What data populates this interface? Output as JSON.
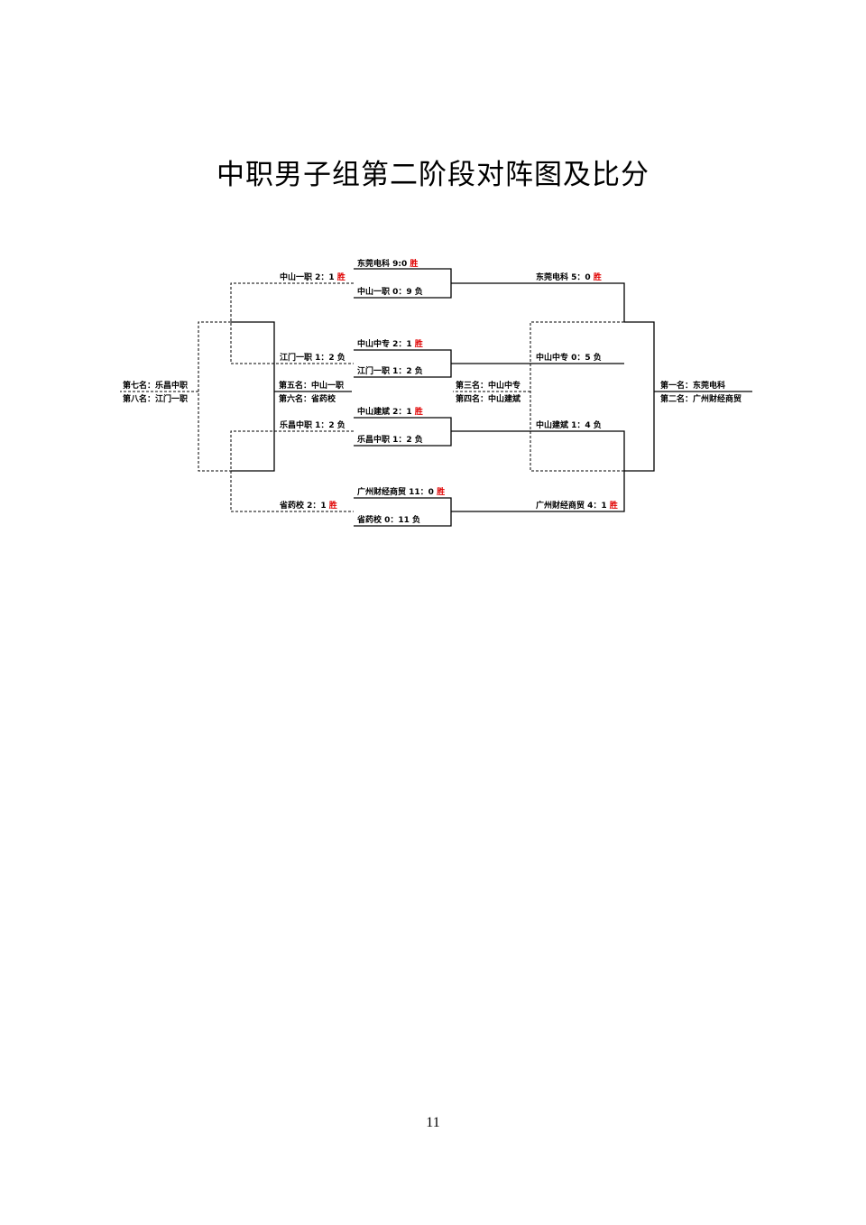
{
  "title": "中职男子组第二阶段对阵图及比分",
  "page_number": "11",
  "bracket": {
    "round2": [
      {
        "team_score": "东莞电科 9:0 ",
        "result": "胜"
      },
      {
        "team_score": "中山一职 0：9 负",
        "result": ""
      },
      {
        "team_score": "中山中专 2：1 ",
        "result": "胜"
      },
      {
        "team_score": "江门一职 1：2 负",
        "result": ""
      },
      {
        "team_score": "中山建斌 2：1 ",
        "result": "胜"
      },
      {
        "team_score": "乐昌中职 1：2 负",
        "result": ""
      },
      {
        "team_score": "广州财经商贸 11：0 ",
        "result": "胜"
      },
      {
        "team_score": "省药校 0：11 负",
        "result": ""
      }
    ],
    "semifinals": [
      {
        "team_score": "东莞电科 5：0 ",
        "result": "胜"
      },
      {
        "team_score": "中山中专 0：5 负",
        "result": ""
      },
      {
        "team_score": "中山建斌 1：4 负",
        "result": ""
      },
      {
        "team_score": "广州财经商贸 4：1 ",
        "result": "胜"
      }
    ],
    "placement": [
      {
        "team_score": "中山一职 2：1 ",
        "result": "胜"
      },
      {
        "team_score": "江门一职 1：2 负",
        "result": ""
      },
      {
        "team_score": "乐昌中职 1：2 负",
        "result": ""
      },
      {
        "team_score": "省药校 2：1 ",
        "result": "胜"
      }
    ],
    "rankings": {
      "first": "第一名：东莞电科",
      "second": "第二名：广州财经商贸",
      "third": "第三名：中山中专",
      "fourth": "第四名：中山建斌",
      "fifth": "第五名：中山一职",
      "sixth": "第六名：省药校",
      "seventh": "第七名：乐昌中职",
      "eighth": "第八名：江门一职"
    }
  }
}
